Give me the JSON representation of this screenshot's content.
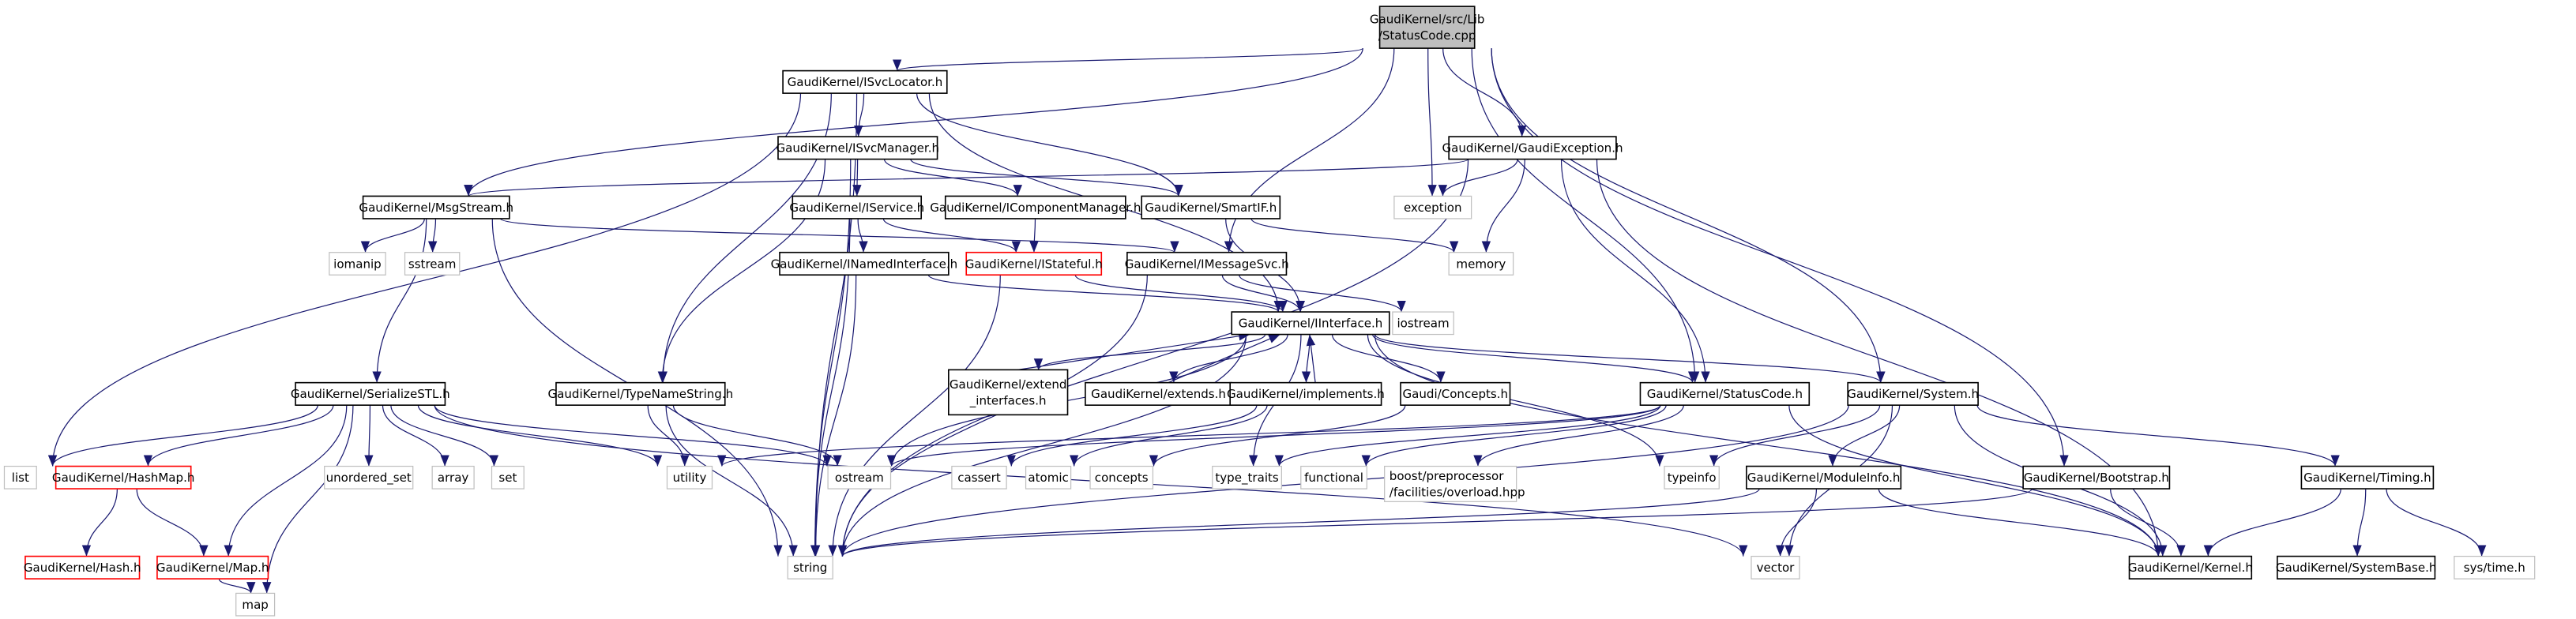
{
  "colors": {
    "edge": "#191970",
    "root_fill": "#bfbfbf",
    "normal_border": "#000000",
    "red_border": "#ff0000",
    "external_border": "#bfbfbf"
  },
  "nodes": [
    {
      "id": "root",
      "label": [
        "GaudiKernel/src/Lib",
        "/StatusCode.cpp"
      ],
      "kind": "root"
    },
    {
      "id": "isvclocator",
      "label": [
        "GaudiKernel/ISvcLocator.h"
      ],
      "kind": "normal"
    },
    {
      "id": "isvcmanager",
      "label": [
        "GaudiKernel/ISvcManager.h"
      ],
      "kind": "normal"
    },
    {
      "id": "gaudiexception",
      "label": [
        "GaudiKernel/GaudiException.h"
      ],
      "kind": "normal"
    },
    {
      "id": "msgstream",
      "label": [
        "GaudiKernel/MsgStream.h"
      ],
      "kind": "normal"
    },
    {
      "id": "iservice",
      "label": [
        "GaudiKernel/IService.h"
      ],
      "kind": "normal"
    },
    {
      "id": "icomponentmanager",
      "label": [
        "GaudiKernel/IComponentManager.h"
      ],
      "kind": "normal"
    },
    {
      "id": "smartif",
      "label": [
        "GaudiKernel/SmartIF.h"
      ],
      "kind": "normal"
    },
    {
      "id": "exception",
      "label": [
        "exception"
      ],
      "kind": "external"
    },
    {
      "id": "memory",
      "label": [
        "memory"
      ],
      "kind": "external"
    },
    {
      "id": "iomanip",
      "label": [
        "iomanip"
      ],
      "kind": "external"
    },
    {
      "id": "sstream",
      "label": [
        "sstream"
      ],
      "kind": "external"
    },
    {
      "id": "inamedinterface",
      "label": [
        "GaudiKernel/INamedInterface.h"
      ],
      "kind": "normal"
    },
    {
      "id": "istateful",
      "label": [
        "GaudiKernel/IStateful.h"
      ],
      "kind": "red"
    },
    {
      "id": "imessagesvc",
      "label": [
        "GaudiKernel/IMessageSvc.h"
      ],
      "kind": "normal"
    },
    {
      "id": "iinterface",
      "label": [
        "GaudiKernel/IInterface.h"
      ],
      "kind": "normal"
    },
    {
      "id": "iostream",
      "label": [
        "iostream"
      ],
      "kind": "external"
    },
    {
      "id": "serializestl",
      "label": [
        "GaudiKernel/SerializeSTL.h"
      ],
      "kind": "normal"
    },
    {
      "id": "typenamestring",
      "label": [
        "GaudiKernel/TypeNameString.h"
      ],
      "kind": "normal"
    },
    {
      "id": "extend_interfaces",
      "label": [
        "GaudiKernel/extend",
        "_interfaces.h"
      ],
      "kind": "normal"
    },
    {
      "id": "extends",
      "label": [
        "GaudiKernel/extends.h"
      ],
      "kind": "normal"
    },
    {
      "id": "implements",
      "label": [
        "GaudiKernel/implements.h"
      ],
      "kind": "normal"
    },
    {
      "id": "concepts_h",
      "label": [
        "Gaudi/Concepts.h"
      ],
      "kind": "normal"
    },
    {
      "id": "statuscode_h",
      "label": [
        "GaudiKernel/StatusCode.h"
      ],
      "kind": "normal"
    },
    {
      "id": "system_h",
      "label": [
        "GaudiKernel/System.h"
      ],
      "kind": "normal"
    },
    {
      "id": "list",
      "label": [
        "list"
      ],
      "kind": "external"
    },
    {
      "id": "hashmap",
      "label": [
        "GaudiKernel/HashMap.h"
      ],
      "kind": "red"
    },
    {
      "id": "unordered_set",
      "label": [
        "unordered_set"
      ],
      "kind": "external"
    },
    {
      "id": "array",
      "label": [
        "array"
      ],
      "kind": "external"
    },
    {
      "id": "set",
      "label": [
        "set"
      ],
      "kind": "external"
    },
    {
      "id": "utility",
      "label": [
        "utility"
      ],
      "kind": "external"
    },
    {
      "id": "ostream",
      "label": [
        "ostream"
      ],
      "kind": "external"
    },
    {
      "id": "cassert",
      "label": [
        "cassert"
      ],
      "kind": "external"
    },
    {
      "id": "atomic",
      "label": [
        "atomic"
      ],
      "kind": "external"
    },
    {
      "id": "concepts",
      "label": [
        "concepts"
      ],
      "kind": "external"
    },
    {
      "id": "type_traits",
      "label": [
        "type_traits"
      ],
      "kind": "external"
    },
    {
      "id": "functional",
      "label": [
        "functional"
      ],
      "kind": "external"
    },
    {
      "id": "boost",
      "label": [
        "boost/preprocessor",
        "/facilities/overload.hpp"
      ],
      "kind": "external"
    },
    {
      "id": "typeinfo",
      "label": [
        "typeinfo"
      ],
      "kind": "external"
    },
    {
      "id": "moduleinfo",
      "label": [
        "GaudiKernel/ModuleInfo.h"
      ],
      "kind": "normal"
    },
    {
      "id": "bootstrap",
      "label": [
        "GaudiKernel/Bootstrap.h"
      ],
      "kind": "normal"
    },
    {
      "id": "timing",
      "label": [
        "GaudiKernel/Timing.h"
      ],
      "kind": "normal"
    },
    {
      "id": "hash",
      "label": [
        "GaudiKernel/Hash.h"
      ],
      "kind": "red"
    },
    {
      "id": "map_h",
      "label": [
        "GaudiKernel/Map.h"
      ],
      "kind": "red"
    },
    {
      "id": "string",
      "label": [
        "string"
      ],
      "kind": "external"
    },
    {
      "id": "vector",
      "label": [
        "vector"
      ],
      "kind": "external"
    },
    {
      "id": "kernel",
      "label": [
        "GaudiKernel/Kernel.h"
      ],
      "kind": "normal"
    },
    {
      "id": "systembase",
      "label": [
        "GaudiKernel/SystemBase.h"
      ],
      "kind": "normal"
    },
    {
      "id": "systime",
      "label": [
        "sys/time.h"
      ],
      "kind": "external"
    },
    {
      "id": "map",
      "label": [
        "map"
      ],
      "kind": "external"
    }
  ],
  "edges": [
    [
      "root",
      "isvclocator"
    ],
    [
      "root",
      "msgstream"
    ],
    [
      "root",
      "imessagesvc"
    ],
    [
      "root",
      "exception"
    ],
    [
      "root",
      "gaudiexception"
    ],
    [
      "root",
      "statuscode_h"
    ],
    [
      "root",
      "system_h"
    ],
    [
      "root",
      "bootstrap"
    ],
    [
      "isvclocator",
      "list"
    ],
    [
      "isvclocator",
      "string"
    ],
    [
      "isvclocator",
      "isvcmanager"
    ],
    [
      "isvclocator",
      "typenamestring"
    ],
    [
      "isvclocator",
      "smartif"
    ],
    [
      "isvclocator",
      "iinterface"
    ],
    [
      "isvcmanager",
      "iservice"
    ],
    [
      "isvcmanager",
      "icomponentmanager"
    ],
    [
      "isvcmanager",
      "smartif"
    ],
    [
      "isvcmanager",
      "typenamestring"
    ],
    [
      "isvcmanager",
      "string"
    ],
    [
      "gaudiexception",
      "msgstream"
    ],
    [
      "gaudiexception",
      "exception"
    ],
    [
      "gaudiexception",
      "memory"
    ],
    [
      "gaudiexception",
      "statuscode_h"
    ],
    [
      "gaudiexception",
      "string"
    ],
    [
      "gaudiexception",
      "kernel"
    ],
    [
      "msgstream",
      "iomanip"
    ],
    [
      "msgstream",
      "sstream"
    ],
    [
      "msgstream",
      "serializestl"
    ],
    [
      "msgstream",
      "string"
    ],
    [
      "msgstream",
      "imessagesvc"
    ],
    [
      "iservice",
      "inamedinterface"
    ],
    [
      "iservice",
      "istateful"
    ],
    [
      "iservice",
      "string"
    ],
    [
      "icomponentmanager",
      "istateful"
    ],
    [
      "smartif",
      "memory"
    ],
    [
      "smartif",
      "iinterface"
    ],
    [
      "inamedinterface",
      "iinterface"
    ],
    [
      "inamedinterface",
      "string"
    ],
    [
      "istateful",
      "iinterface"
    ],
    [
      "istateful",
      "string"
    ],
    [
      "imessagesvc",
      "iinterface"
    ],
    [
      "imessagesvc",
      "iostream"
    ],
    [
      "imessagesvc",
      "string"
    ],
    [
      "iinterface",
      "ostream"
    ],
    [
      "iinterface",
      "extend_interfaces"
    ],
    [
      "iinterface",
      "extends"
    ],
    [
      "iinterface",
      "implements"
    ],
    [
      "iinterface",
      "concepts_h"
    ],
    [
      "iinterface",
      "statuscode_h"
    ],
    [
      "iinterface",
      "system_h"
    ],
    [
      "iinterface",
      "kernel"
    ],
    [
      "iinterface",
      "type_traits"
    ],
    [
      "iinterface",
      "typeinfo"
    ],
    [
      "iinterface",
      "string"
    ],
    [
      "extend_interfaces",
      "iinterface"
    ],
    [
      "extends",
      "iinterface"
    ],
    [
      "implements",
      "iinterface"
    ],
    [
      "implements",
      "cassert"
    ],
    [
      "implements",
      "atomic"
    ],
    [
      "concepts_h",
      "concepts"
    ],
    [
      "statuscode_h",
      "ostream"
    ],
    [
      "statuscode_h",
      "utility"
    ],
    [
      "statuscode_h",
      "type_traits"
    ],
    [
      "statuscode_h",
      "functional"
    ],
    [
      "statuscode_h",
      "boost"
    ],
    [
      "statuscode_h",
      "kernel"
    ],
    [
      "system_h",
      "typeinfo"
    ],
    [
      "system_h",
      "string"
    ],
    [
      "system_h",
      "moduleinfo"
    ],
    [
      "system_h",
      "vector"
    ],
    [
      "system_h",
      "kernel"
    ],
    [
      "system_h",
      "timing"
    ],
    [
      "serializestl",
      "list"
    ],
    [
      "serializestl",
      "hashmap"
    ],
    [
      "serializestl",
      "map_h"
    ],
    [
      "serializestl",
      "map"
    ],
    [
      "serializestl",
      "unordered_set"
    ],
    [
      "serializestl",
      "array"
    ],
    [
      "serializestl",
      "set"
    ],
    [
      "serializestl",
      "utility"
    ],
    [
      "serializestl",
      "ostream"
    ],
    [
      "serializestl",
      "vector"
    ],
    [
      "typenamestring",
      "utility"
    ],
    [
      "typenamestring",
      "string"
    ],
    [
      "typenamestring",
      "ostream"
    ],
    [
      "hashmap",
      "hash"
    ],
    [
      "hashmap",
      "map_h"
    ],
    [
      "map_h",
      "map"
    ],
    [
      "moduleinfo",
      "vector"
    ],
    [
      "moduleinfo",
      "string"
    ],
    [
      "moduleinfo",
      "kernel"
    ],
    [
      "bootstrap",
      "kernel"
    ],
    [
      "bootstrap",
      "string"
    ],
    [
      "timing",
      "kernel"
    ],
    [
      "timing",
      "systembase"
    ],
    [
      "timing",
      "systime"
    ]
  ]
}
